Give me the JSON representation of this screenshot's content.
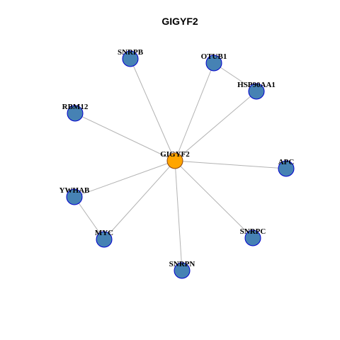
{
  "title": "GIGYF2",
  "colors": {
    "center_fill": "#FFA500",
    "center_stroke": "#8B4513",
    "node_fill": "#4682B4",
    "node_stroke": "#0000CD",
    "edge": "#B3B3B3"
  },
  "chart_data": {
    "type": "network",
    "title": "GIGYF2",
    "center": "GIGYF2",
    "nodes": [
      {
        "id": "GIGYF2",
        "center": true
      },
      {
        "id": "SNRPB"
      },
      {
        "id": "OTUB1"
      },
      {
        "id": "HSP90AA1"
      },
      {
        "id": "RBM12"
      },
      {
        "id": "APC"
      },
      {
        "id": "YWHAB"
      },
      {
        "id": "MYC"
      },
      {
        "id": "SNRPC"
      },
      {
        "id": "SNRPN"
      }
    ],
    "edges": [
      [
        "GIGYF2",
        "SNRPB"
      ],
      [
        "GIGYF2",
        "OTUB1"
      ],
      [
        "GIGYF2",
        "HSP90AA1"
      ],
      [
        "GIGYF2",
        "RBM12"
      ],
      [
        "GIGYF2",
        "APC"
      ],
      [
        "GIGYF2",
        "YWHAB"
      ],
      [
        "GIGYF2",
        "MYC"
      ],
      [
        "GIGYF2",
        "SNRPC"
      ],
      [
        "GIGYF2",
        "SNRPN"
      ],
      [
        "OTUB1",
        "HSP90AA1"
      ],
      [
        "YWHAB",
        "MYC"
      ]
    ]
  }
}
